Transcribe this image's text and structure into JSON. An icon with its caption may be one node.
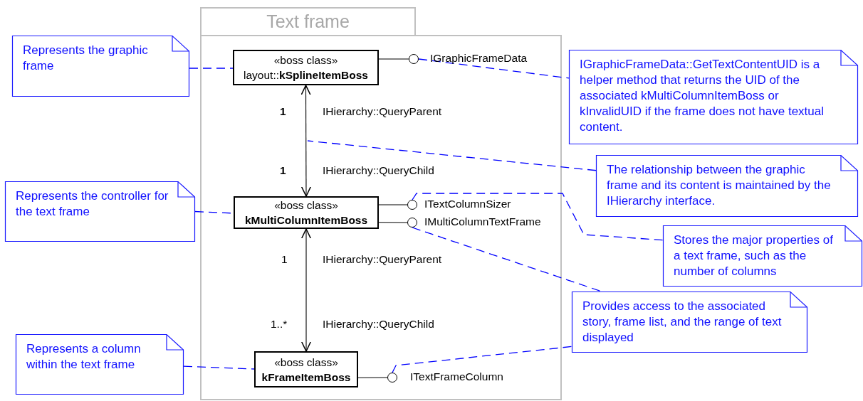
{
  "diagram": {
    "nodes": [
      {
        "text": [
          "Text frame"
        ]
      },
      {
        "text": [
          "Represents the graphic frame"
        ]
      },
      {
        "text": [
          "«boss class»",
          "layout::**kSplineItemBoss**"
        ],
        "in": 0
      },
      {
        "text": [],
        "shape": "circle",
        "in": 0,
        "beside": [
          "IGraphicFrameData"
        ]
      },
      {
        "text": [
          "IGraphicFrameData::GetTextContentUID is a helper method that returns the UID of the associated kMultiColumnItemBoss or kInvalidUID if the frame does not have textual content."
        ]
      },
      {
        "text": [
          "The relationship between the graphic frame and its content is maintained by the IHierarchy interface."
        ]
      },
      {
        "text": [
          "Represents the controller for the text frame"
        ]
      },
      {
        "text": [
          "«boss class»",
          "**kMultiColumnItemBoss**"
        ],
        "in": 0
      },
      {
        "text": [],
        "shape": "circle",
        "in": 0,
        "beside": [
          "ITextColumnSizer"
        ]
      },
      {
        "text": [],
        "shape": "circle",
        "in": 0,
        "beside": [
          "IMultiColumnTextFrame"
        ]
      },
      {
        "text": [
          "Stores the major properties of a text frame, such as the number of columns"
        ]
      },
      {
        "text": [
          "Provides access to the associated story, frame list, and the range of text displayed"
        ]
      },
      {
        "text": [
          "Represents a column within the text frame"
        ]
      },
      {
        "text": [
          "«boss class»",
          "**kFrameItemBoss**"
        ],
        "in": 0
      },
      {
        "text": [],
        "shape": "circle",
        "in": 0,
        "beside": [
          "ITextFrameColumn"
        ]
      }
    ],
    "edges": [
      {
        "from": 1,
        "to": 2,
        "arrow": "none",
        "style": "dashed",
        "color": "#0000ff"
      },
      {
        "from": 2,
        "to": 3,
        "arrow": "none",
        "color": "#000000"
      },
      {
        "from": 3,
        "to": 4,
        "arrow": "none",
        "style": "dashed",
        "color": "#0000ff"
      },
      {
        "from": 2,
        "to": 7,
        "arrow": "both",
        "color": "#000000"
      },
      {
        "from": 5,
        "to": null,
        "arrow": "none",
        "style": "dashed",
        "color": "#0000ff"
      },
      {
        "from": 6,
        "to": 7,
        "arrow": "none",
        "style": "dashed",
        "color": "#0000ff"
      },
      {
        "from": 7,
        "to": 8,
        "arrow": "none",
        "color": "#000000"
      },
      {
        "from": 7,
        "to": 9,
        "arrow": "none",
        "color": "#000000"
      },
      {
        "from": 8,
        "to": 10,
        "arrow": "none",
        "style": "dashed",
        "color": "#0000ff"
      },
      {
        "from": 9,
        "to": 11,
        "arrow": "none",
        "style": "dashed",
        "color": "#0000ff"
      },
      {
        "from": 7,
        "to": 13,
        "arrow": "both",
        "color": "#000000"
      },
      {
        "from": 12,
        "to": 13,
        "arrow": "none",
        "style": "dashed",
        "color": "#0000ff"
      },
      {
        "from": 13,
        "to": 14,
        "arrow": "none",
        "color": "#000000"
      },
      {
        "from": 14,
        "to": 11,
        "arrow": "none",
        "style": "dashed",
        "color": "#0000ff"
      }
    ],
    "labels": [
      "1",
      "IHierarchy::QueryParent",
      "1",
      "IHierarchy::QueryChild",
      "1",
      "IHierarchy::QueryParent",
      "1..*",
      "IHierarchy::QueryChild"
    ]
  }
}
